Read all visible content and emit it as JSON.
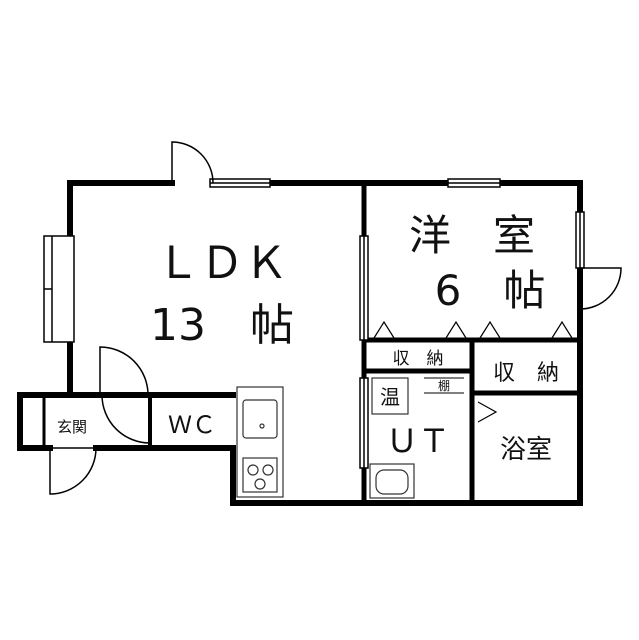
{
  "rooms": {
    "ldk": {
      "name": "ＬＤＫ",
      "size": "13　帖"
    },
    "western": {
      "name": "洋　室",
      "size": "6　帖"
    },
    "storage_left": {
      "name": "収　納"
    },
    "storage_right": {
      "name": "収　納"
    },
    "water_heater": {
      "name": "温"
    },
    "shelf": {
      "name": "棚"
    },
    "utility": {
      "name": "ＵＴ"
    },
    "bath": {
      "name": "浴室"
    },
    "toilet": {
      "name": "ＷＣ"
    },
    "entrance": {
      "name": "玄関"
    }
  },
  "colors": {
    "wall": "#000000",
    "fixture": "#333333",
    "background": "#ffffff"
  }
}
